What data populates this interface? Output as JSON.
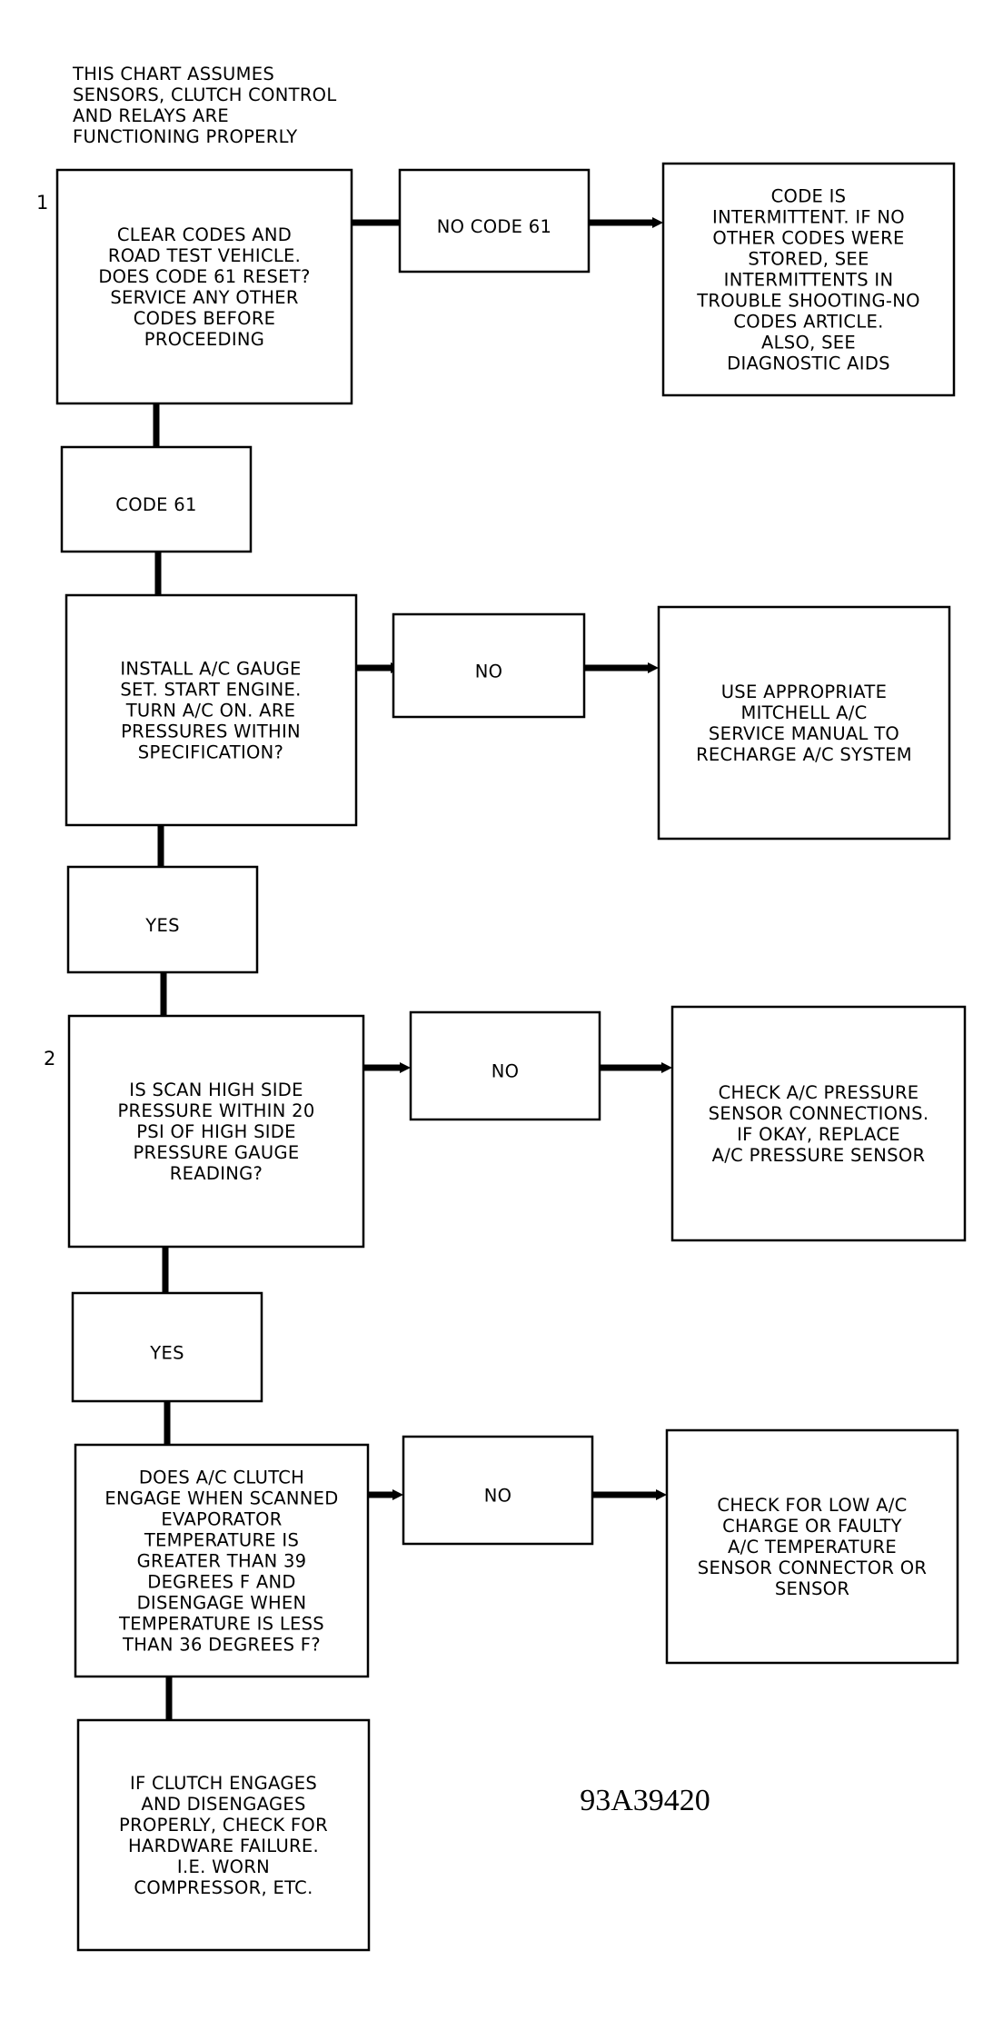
{
  "note": [
    "THIS CHART ASSUMES",
    "SENSORS, CLUTCH CONTROL",
    "AND RELAYS ARE",
    "FUNCTIONING PROPERLY"
  ],
  "step_numbers": {
    "step1": "1",
    "step2": "2"
  },
  "boxes": {
    "clear_codes": [
      "CLEAR CODES AND",
      "ROAD TEST VEHICLE.",
      "DOES CODE 61 RESET?",
      "SERVICE ANY OTHER",
      "CODES BEFORE",
      "PROCEEDING"
    ],
    "no_code_61": [
      "NO CODE 61"
    ],
    "intermittent": [
      "CODE IS",
      "INTERMITTENT. IF NO",
      "OTHER CODES WERE",
      "STORED, SEE",
      "INTERMITTENTS IN",
      "TROUBLE SHOOTING-NO",
      "CODES ARTICLE.",
      "ALSO, SEE",
      "DIAGNOSTIC AIDS"
    ],
    "code_61": [
      "CODE 61"
    ],
    "install_gauge": [
      "INSTALL A/C GAUGE",
      "SET. START ENGINE.",
      "TURN A/C ON. ARE",
      "PRESSURES WITHIN",
      "SPECIFICATION?"
    ],
    "no_1": [
      "NO"
    ],
    "recharge": [
      "USE APPROPRIATE",
      "MITCHELL A/C",
      "SERVICE MANUAL TO",
      "RECHARGE A/C SYSTEM"
    ],
    "yes_1": [
      "YES"
    ],
    "scan_high_side": [
      "IS SCAN HIGH SIDE",
      "PRESSURE WITHIN 20",
      "PSI OF HIGH SIDE",
      "PRESSURE GAUGE",
      "READING?"
    ],
    "no_2": [
      "NO"
    ],
    "check_sensor": [
      "CHECK A/C PRESSURE",
      "SENSOR CONNECTIONS.",
      "IF OKAY, REPLACE",
      "A/C PRESSURE SENSOR"
    ],
    "yes_2": [
      "YES"
    ],
    "clutch_engage": [
      "DOES A/C CLUTCH",
      "ENGAGE WHEN SCANNED",
      "EVAPORATOR",
      "TEMPERATURE IS",
      "GREATER THAN 39",
      "DEGREES F AND",
      "DISENGAGE WHEN",
      "TEMPERATURE IS LESS",
      "THAN 36 DEGREES F?"
    ],
    "no_3": [
      "NO"
    ],
    "low_charge": [
      "CHECK FOR LOW A/C",
      "CHARGE OR FAULTY",
      "A/C TEMPERATURE",
      "SENSOR CONNECTOR OR",
      "SENSOR"
    ],
    "hardware_failure": [
      "IF CLUTCH ENGAGES",
      "AND DISENGAGES",
      "PROPERLY, CHECK FOR",
      "HARDWARE FAILURE.",
      "I.E. WORN",
      "COMPRESSOR, ETC."
    ]
  },
  "figure_id": "93A39420",
  "colors": {
    "ink": "#000000",
    "paper": "#ffffff"
  }
}
